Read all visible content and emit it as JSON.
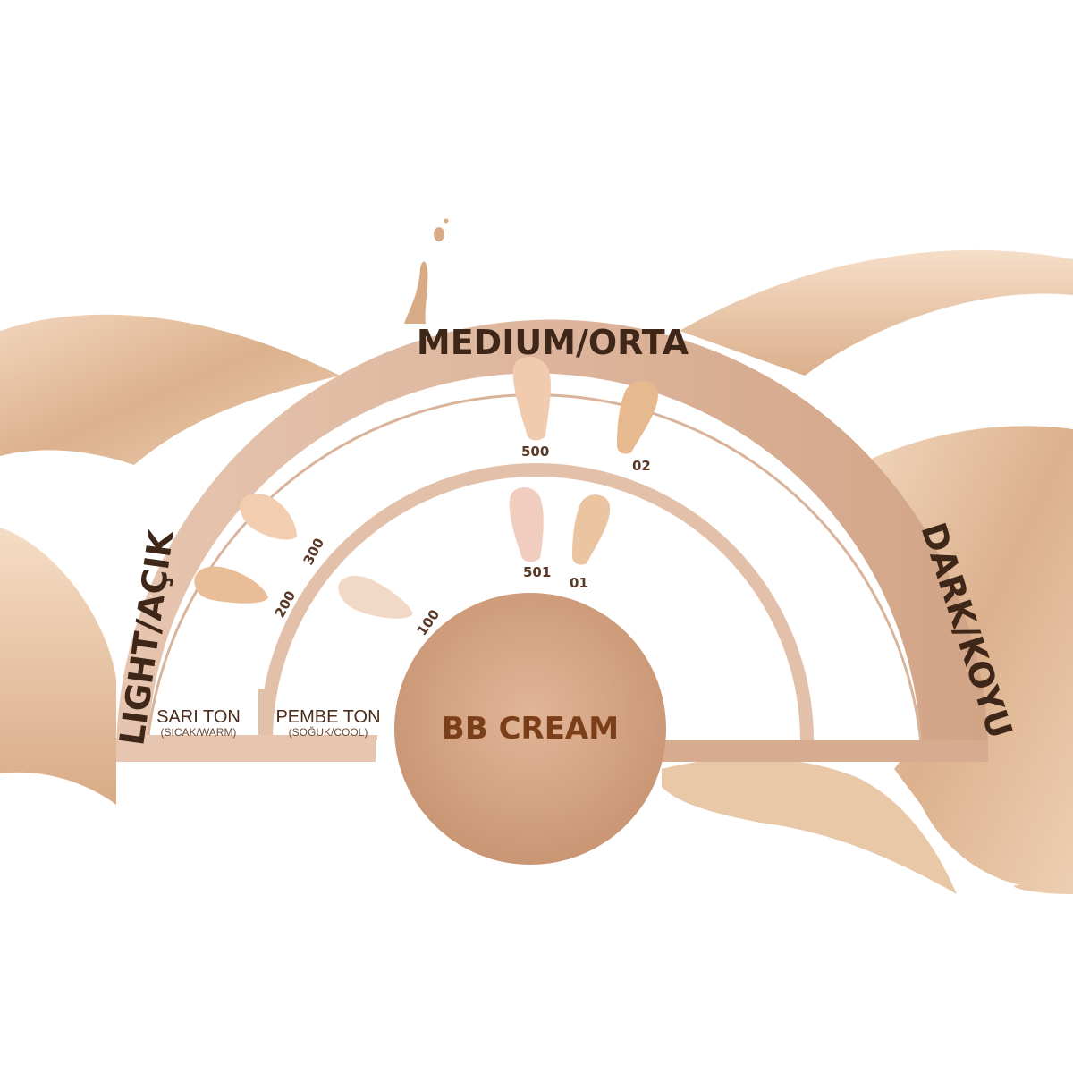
{
  "diagram": {
    "arc_labels": {
      "medium": "MEDIUM/ORTA",
      "light": "LIGHT/AÇIK",
      "dark": "DARK/KOYU"
    },
    "tones": {
      "warm": {
        "title": "SARI TON",
        "subtitle": "(SICAK/WARM)"
      },
      "cool": {
        "title": "PEMBE TON",
        "subtitle": "(SOĞUK/COOL)"
      }
    },
    "center": {
      "label": "BB CREAM"
    },
    "shades": [
      {
        "code": "200",
        "tone": "warm",
        "color": "#e8bd97"
      },
      {
        "code": "300",
        "tone": "warm",
        "color": "#f2cdb0"
      },
      {
        "code": "100",
        "tone": "cool",
        "color": "#f2d8c6"
      },
      {
        "code": "500",
        "tone": "warm",
        "color": "#f1cbad"
      },
      {
        "code": "02",
        "tone": "warm",
        "color": "#e6b98f"
      },
      {
        "code": "501",
        "tone": "cool",
        "color": "#f0cdbf"
      },
      {
        "code": "01",
        "tone": "cool",
        "color": "#ebc4a2"
      }
    ]
  },
  "colors": {
    "outer_band": "#dcb59c",
    "inner_band": "#e5c5ae",
    "center_circle": "#d6a787",
    "cream_swirl": "#e7c3a1",
    "text_dark": "#3e2618"
  }
}
